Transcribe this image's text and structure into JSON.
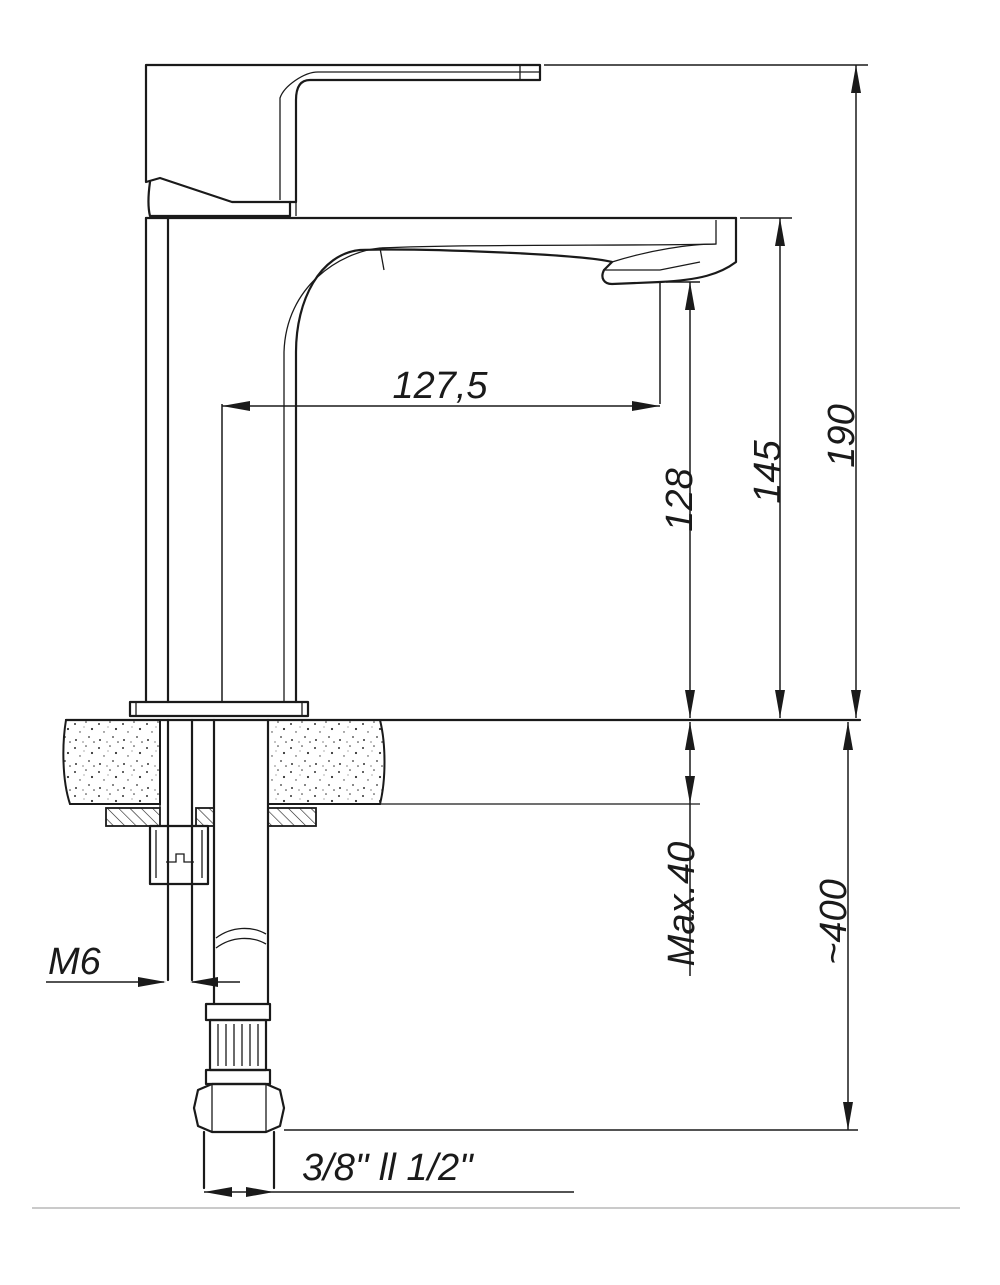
{
  "dimensions": {
    "spout_reach": "127,5",
    "spout_height": "128",
    "tap_height": "145",
    "overall_height": "190",
    "max_countertop": "Max.40",
    "hose_length": "~400",
    "stud_thread": "M6",
    "connection_thread": "3/8\" ll 1/2\""
  },
  "colors": {
    "line": "#1a1a1a",
    "separator": "#b8b8b8",
    "background": "#ffffff"
  }
}
